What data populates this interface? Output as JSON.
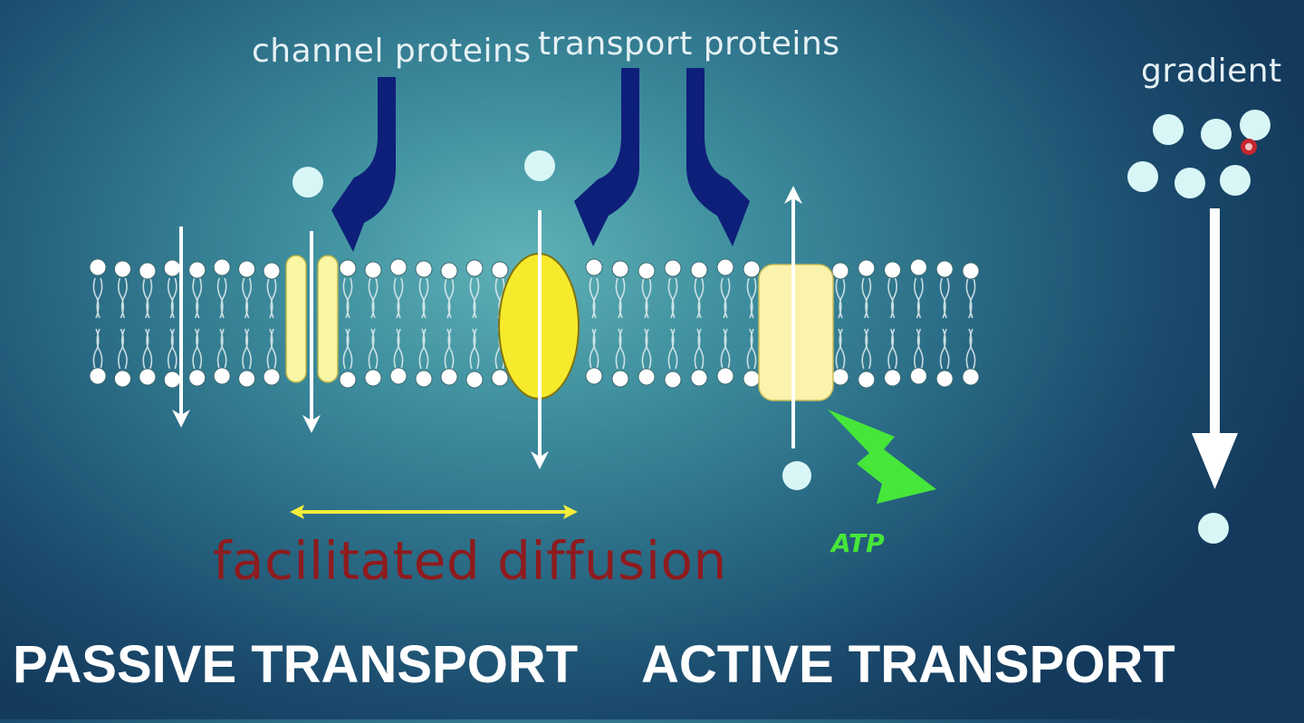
{
  "labels": {
    "channel_proteins": "channel proteins",
    "transport_proteins": "transport proteins",
    "gradient": "gradient",
    "facilitated_diffusion": "facilitated diffusion",
    "atp": "ATP",
    "passive_transport": "PASSIVE  TRANSPORT",
    "active_transport": "ACTIVE TRANSPORT"
  },
  "colors": {
    "background_center": "#5fb2b7",
    "background_edge": "#133a5c",
    "pointer_arrow": "#0e1f7a",
    "molecule": "#d9f6f7",
    "channel_protein": "#fbf6a4",
    "carrier_protein": "#f7ea2c",
    "pump_protein": "#fbf3ad",
    "facilitated_bracket": "#f2ec3a",
    "facilitated_text": "#8e1b1e",
    "atp": "#47e63a",
    "flow_arrow": "#ffffff"
  },
  "icons": {
    "pointer_channel": "curved-arrow-down-left-icon",
    "pointer_transport_left": "curved-arrow-down-left-icon",
    "pointer_transport_right": "curved-arrow-down-right-icon",
    "atp_symbol": "lightning-bolt-icon"
  }
}
